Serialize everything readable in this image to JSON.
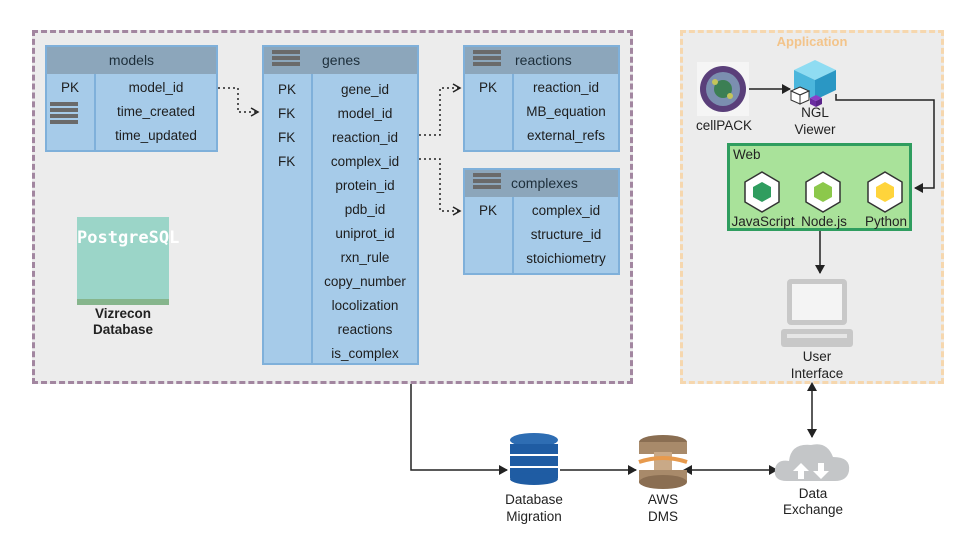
{
  "database": {
    "tables": {
      "models": {
        "title": "models",
        "keys": [
          "PK"
        ],
        "fields": [
          "model_id",
          "time_created",
          "time_updated"
        ]
      },
      "genes": {
        "title": "genes",
        "keys": [
          "PK",
          "FK",
          "FK",
          "FK"
        ],
        "fields": [
          "gene_id",
          "model_id",
          "reaction_id",
          "complex_id",
          "protein_id",
          "pdb_id",
          "uniprot_id",
          "rxn_rule",
          "copy_number",
          "locolization",
          "reactions",
          "is_complex"
        ]
      },
      "reactions": {
        "title": "reactions",
        "keys": [
          "PK"
        ],
        "fields": [
          "reaction_id",
          "MB_equation",
          "external_refs"
        ]
      },
      "complexes": {
        "title": "complexes",
        "keys": [
          "PK"
        ],
        "fields": [
          "complex_id",
          "structure_id",
          "stoichiometry"
        ]
      }
    },
    "logo_text": "PostgreSQL",
    "name_line1": "Vizrecon",
    "name_line2": "Database"
  },
  "application": {
    "title": "Application",
    "cellpack_label": "cellPACK",
    "ngl_line1": "NGL",
    "ngl_line2": "Viewer",
    "web_label": "Web",
    "web_items": [
      "JavaScript",
      "Node.js",
      "Python"
    ],
    "ui_line1": "User",
    "ui_line2": "Interface"
  },
  "pipeline": {
    "migration_line1": "Database",
    "migration_line2": "Migration",
    "dms_line1": "AWS",
    "dms_line2": "DMS",
    "exchange_line1": "Data",
    "exchange_line2": "Exchange"
  },
  "colors": {
    "db_border": "#a286a0",
    "app_border": "#f6d7ae",
    "table_fill": "#a6cbe9",
    "table_header": "#8ca6bb",
    "web_fill": "#a9e29a",
    "nodejs_green": "#8cc84b",
    "python_yellow": "#ffd43b"
  }
}
